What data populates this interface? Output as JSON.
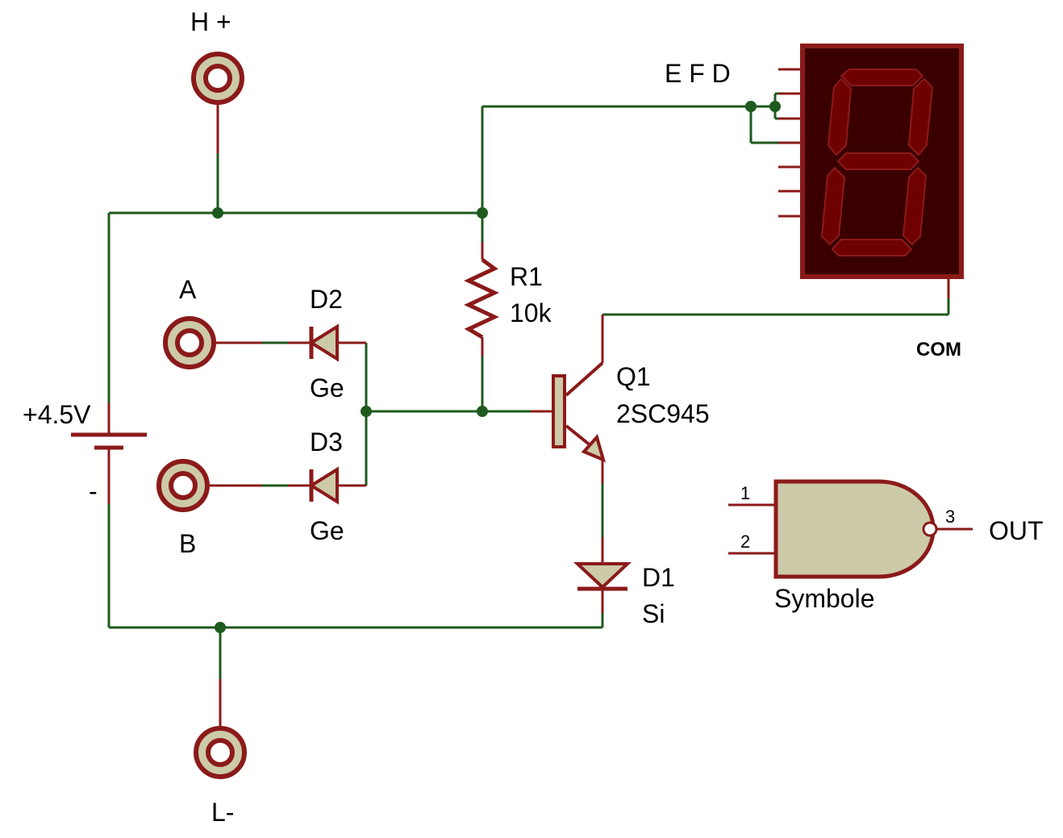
{
  "terminals": {
    "h_plus": "H +",
    "l_minus": "L-",
    "a": "A",
    "b": "B"
  },
  "battery": {
    "voltage": "+4.5V",
    "minus": "-"
  },
  "resistor": {
    "ref": "R1",
    "value": "10k"
  },
  "diodes": [
    {
      "ref": "D2",
      "type": "Ge"
    },
    {
      "ref": "D3",
      "type": "Ge"
    },
    {
      "ref": "D1",
      "type": "Si"
    }
  ],
  "transistor": {
    "ref": "Q1",
    "part": "2SC945"
  },
  "display": {
    "segments_label": "E F D",
    "common_label": "COM"
  },
  "gate": {
    "pin1": "1",
    "pin2": "2",
    "pin3": "3",
    "output": "OUT",
    "caption": "Symbole"
  },
  "colors": {
    "wire": "#1e5a1e",
    "component": "#8b1a1a",
    "fill": "#cdcaa9",
    "display_segment": "#6e0000"
  }
}
